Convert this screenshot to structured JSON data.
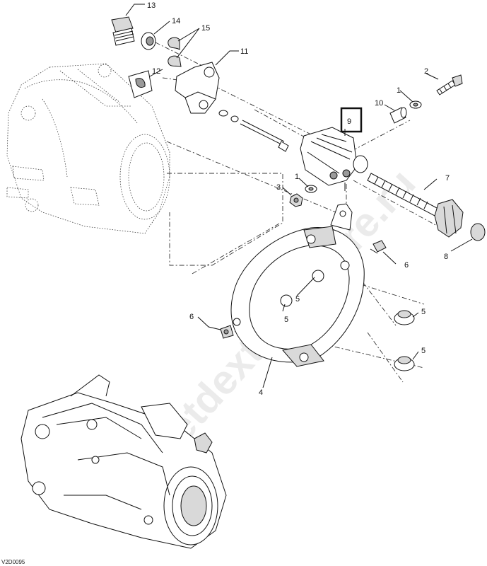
{
  "callouts": {
    "c13": "13",
    "c14": "14",
    "c15": "15",
    "c11": "11",
    "c12": "12",
    "c2": "2",
    "c1a": "1",
    "c10": "10",
    "c9": "9",
    "c1b": "1",
    "c3": "3",
    "c7": "7",
    "c8": "8",
    "c6a": "6",
    "c6b": "6",
    "c5a": "5",
    "c5b": "5",
    "c5c": "5",
    "c5d": "5",
    "c4": "4"
  },
  "highlighted_part": "9",
  "watermark": "jetdextreme-fire.ru",
  "drawing_code": "V2D0095"
}
